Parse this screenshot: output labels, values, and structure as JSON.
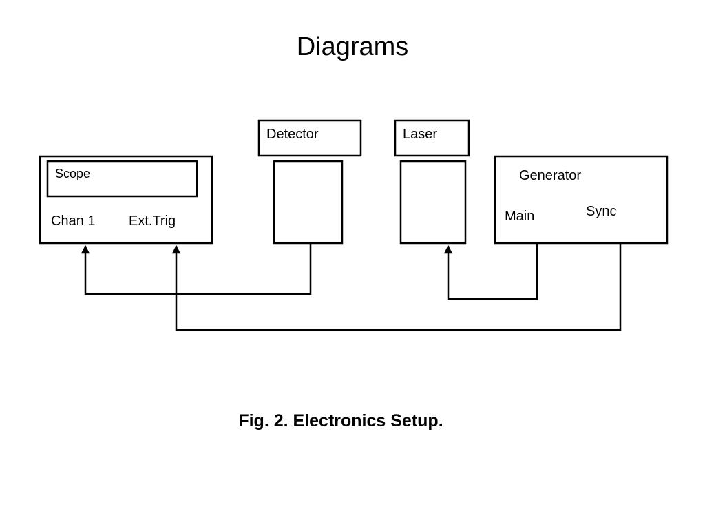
{
  "slide": {
    "title": "Diagrams",
    "caption": "Fig. 2. Electronics Setup."
  },
  "diagram": {
    "scope": {
      "name": "Scope",
      "channel_label": "Chan 1",
      "trigger_label": "Ext.Trig"
    },
    "detector": {
      "label": "Detector"
    },
    "laser": {
      "label": "Laser"
    },
    "generator": {
      "name": "Generator",
      "main_label": "Main",
      "sync_label": "Sync"
    }
  }
}
